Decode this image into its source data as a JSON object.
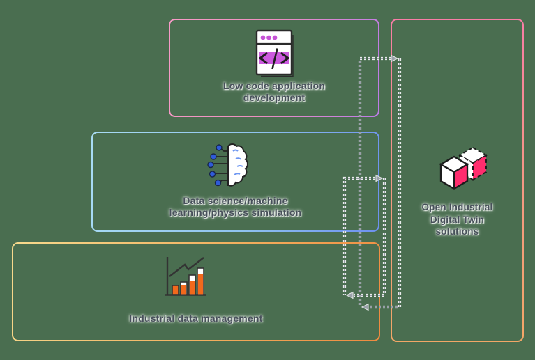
{
  "background_color": "#4a6e50",
  "boxes": {
    "low_code": {
      "line1": "Low code application",
      "line2": "development",
      "icon": "code-window-icon",
      "border_color_from": "#f79bc7",
      "border_color_to": "#bd7ce9"
    },
    "data_science": {
      "line1": "Data science/machine",
      "line2": "learning/physics simulation",
      "icon": "brain-circuit-icon",
      "border_color_from": "#a9dcf4",
      "border_color_to": "#6d90f0"
    },
    "industrial_data": {
      "line1": "Industrial data management",
      "icon": "bar-chart-icon",
      "border_color_from": "#f7da8e",
      "border_color_to": "#ef8a3f"
    },
    "digital_twin": {
      "line1": "Open Industrial",
      "line2": "Digital Twin",
      "line3": "solutions",
      "icon": "digital-twin-cubes-icon",
      "border_color_from": "#f87da6",
      "border_color_to": "#f2a767"
    }
  },
  "connectors": [
    {
      "id": "outer-loop",
      "style": "dashed",
      "color": "#99a0a8",
      "between": [
        "low_code",
        "digital_twin",
        "industrial_data"
      ],
      "direction": "both",
      "arrowheads": 2
    },
    {
      "id": "inner-loop",
      "style": "dashed",
      "color": "#99a0a8",
      "between": [
        "data_science",
        "industrial_data"
      ],
      "direction": "both",
      "arrowheads": 2
    }
  ],
  "accent_colors": {
    "icon_magenta": "#c653d6",
    "icon_pink": "#ff2d6e",
    "icon_orange": "#f2691c",
    "icon_blue_dot": "#2f5bd8",
    "icon_blue_accent": "#6e97f2",
    "icon_outline": "#2a2a2a",
    "text_color": "#47505a",
    "arrow_gray": "#99a0a8"
  }
}
